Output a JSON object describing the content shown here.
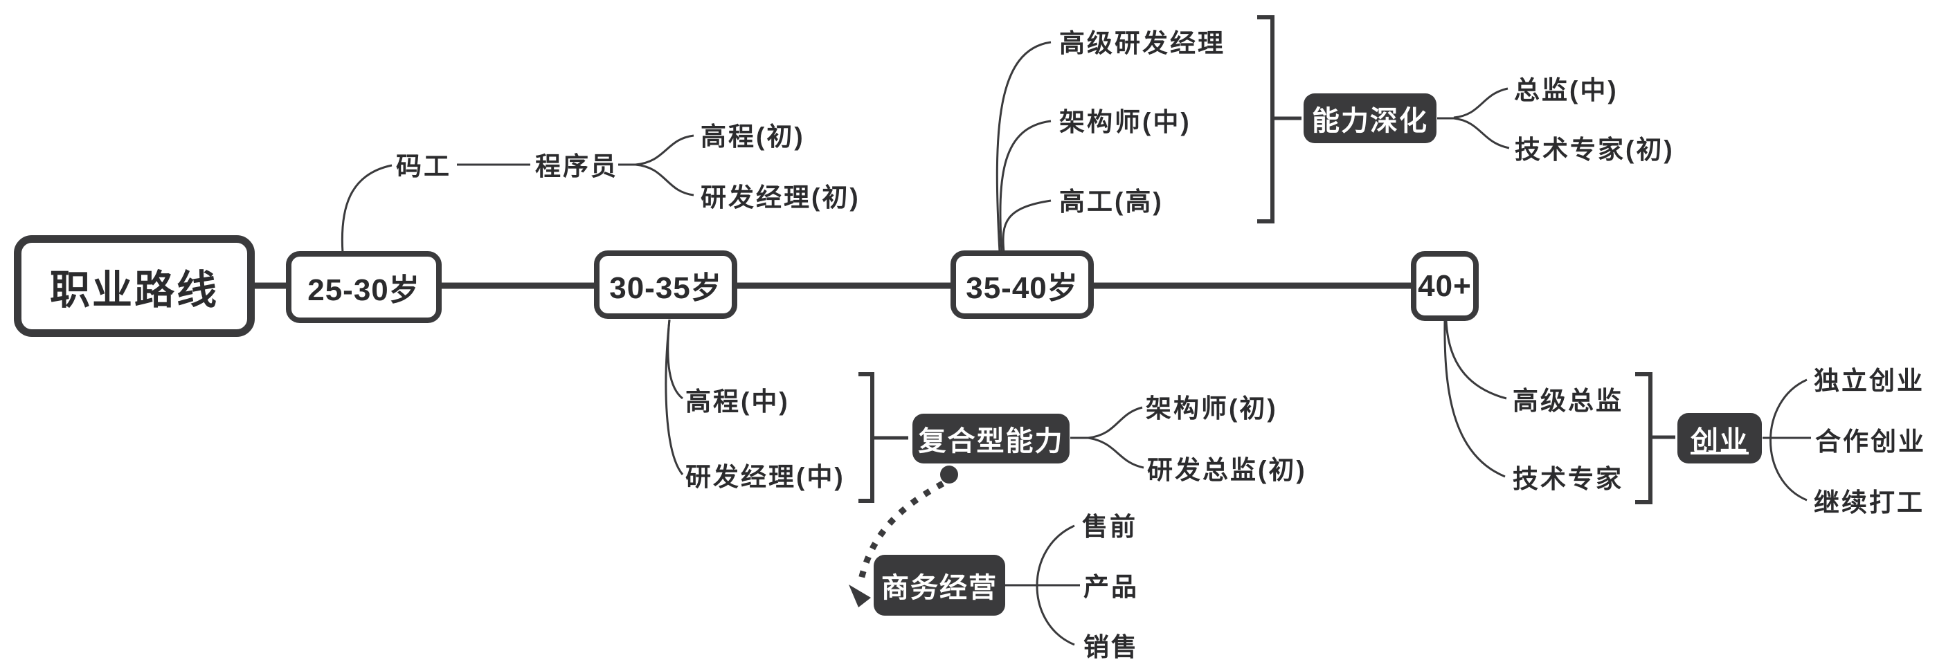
{
  "colors": {
    "ink": "#3a3a3c",
    "text": "#2b2b2d",
    "dark_node_fill": "#3a3a3c",
    "dark_node_text": "#ffffff",
    "background": "#ffffff"
  },
  "root": {
    "label": "职业路线"
  },
  "stages": {
    "s1": {
      "label": "25-30岁"
    },
    "s2": {
      "label": "30-35岁"
    },
    "s3": {
      "label": "35-40岁"
    },
    "s4": {
      "label": "40+"
    }
  },
  "branch_25_30": {
    "coder": "码工",
    "programmer": "程序员",
    "senior_dev_junior": "高程(初)",
    "rd_manager_junior": "研发经理(初)"
  },
  "branch_30_35": {
    "senior_dev_mid": "高程(中)",
    "rd_manager_mid": "研发经理(中)",
    "summary_node": "复合型能力",
    "architect_junior": "架构师(初)",
    "rd_director_junior": "研发总监(初)"
  },
  "branch_35_40": {
    "senior_rd_manager": "高级研发经理",
    "architect_mid": "架构师(中)",
    "senior_engineer_high": "高工(高)",
    "summary_node": "能力深化",
    "director_mid": "总监(中)",
    "tech_expert_junior": "技术专家(初)"
  },
  "branch_40_plus": {
    "senior_director": "高级总监",
    "tech_expert": "技术专家",
    "summary_node": "创业",
    "independent_startup": "独立创业",
    "joint_startup": "合作创业",
    "keep_employed": "继续打工"
  },
  "business_branch": {
    "node": "商务经营",
    "presales": "售前",
    "product": "产品",
    "sales": "销售"
  }
}
